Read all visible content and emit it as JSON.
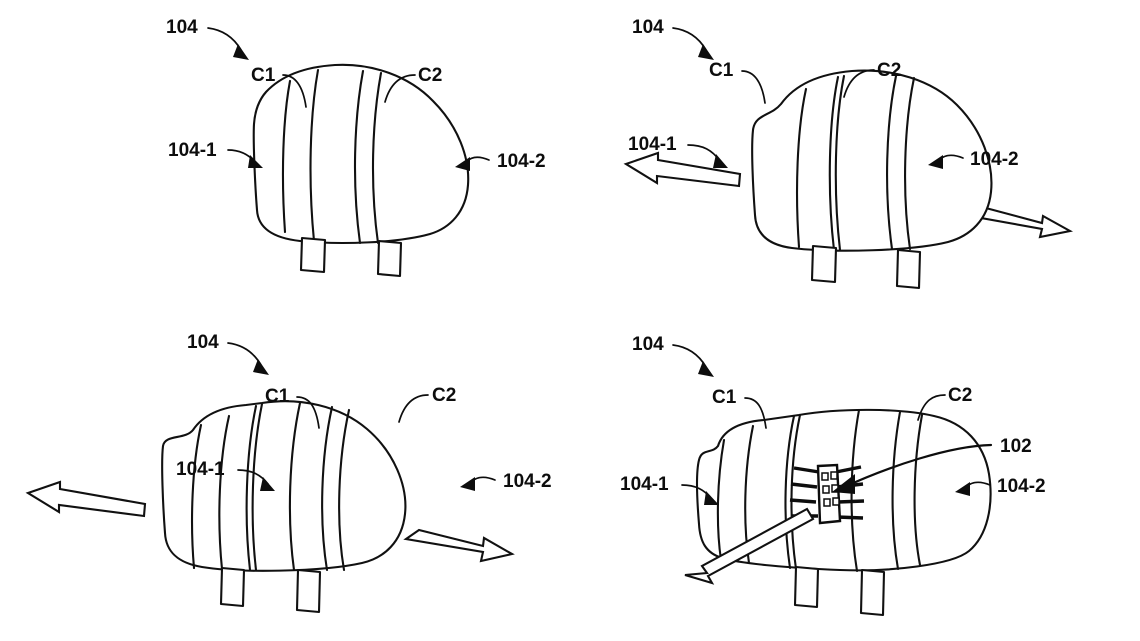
{
  "figure": {
    "title": "Patent drawing - four panel sequence of deformable device",
    "background_color": "#ffffff",
    "ink_color": "#111111"
  },
  "labels": {
    "device": "104",
    "compartment_1": "C1",
    "compartment_2": "C2",
    "side_left": "104-1",
    "side_right": "104-2",
    "chip": "102"
  },
  "panels": [
    {
      "id": "panel-1",
      "name": "undeformed-state",
      "labels": [
        "104",
        "C1",
        "C2",
        "104-1",
        "104-2"
      ],
      "arrows": []
    },
    {
      "id": "panel-2",
      "name": "partially-expanded-state",
      "labels": [
        "104",
        "C1",
        "C2",
        "104-1",
        "104-2"
      ],
      "arrows": [
        "left-outward",
        "right-outward"
      ]
    },
    {
      "id": "panel-3",
      "name": "fully-expanded-state",
      "labels": [
        "104",
        "C1",
        "C2",
        "104-1",
        "104-2"
      ],
      "arrows": [
        "left-outward",
        "right-outward"
      ]
    },
    {
      "id": "panel-4",
      "name": "chip-exposed-state",
      "labels": [
        "104",
        "C1",
        "C2",
        "104-1",
        "104-2",
        "102"
      ],
      "arrows": [
        "diagonal-outward"
      ],
      "components": [
        "integrated-circuit-chip"
      ]
    }
  ]
}
